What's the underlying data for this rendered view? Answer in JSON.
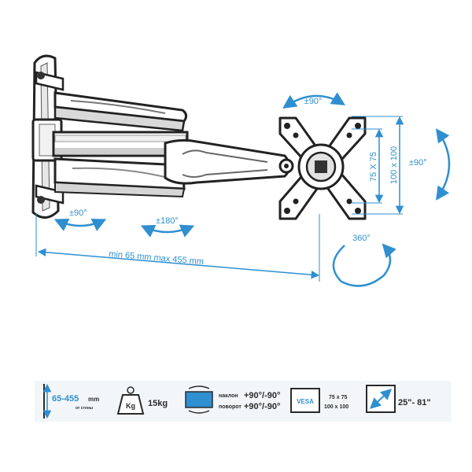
{
  "diagram": {
    "arm_rotation_left": "±90°",
    "arm_rotation_mid": "±180°",
    "head_tilt_top": "±90°",
    "head_swivel_right": "±90°",
    "rotation_360": "360°",
    "extension_range": "min 65 mm max 455 mm",
    "vesa_small": "75 X 75",
    "vesa_large": "100 x 100"
  },
  "specs": {
    "distance": {
      "value": "65-455",
      "unit": "mm",
      "caption": "от стены"
    },
    "weight": {
      "icon_label": "Kg",
      "value": "15kg"
    },
    "tilt": {
      "label": "наклон",
      "value": "+90°/-90°"
    },
    "swivel": {
      "label": "поворот",
      "value": "+90°/-90°"
    },
    "vesa": {
      "icon_label": "VESA",
      "value1": "75 x 75",
      "value2": "100 x 100"
    },
    "screen": {
      "value": "25\"- 81\""
    }
  },
  "colors": {
    "accent": "#2f8fd0",
    "metal": "#2a2a2a",
    "spec_bg": "#f2f6f9"
  }
}
